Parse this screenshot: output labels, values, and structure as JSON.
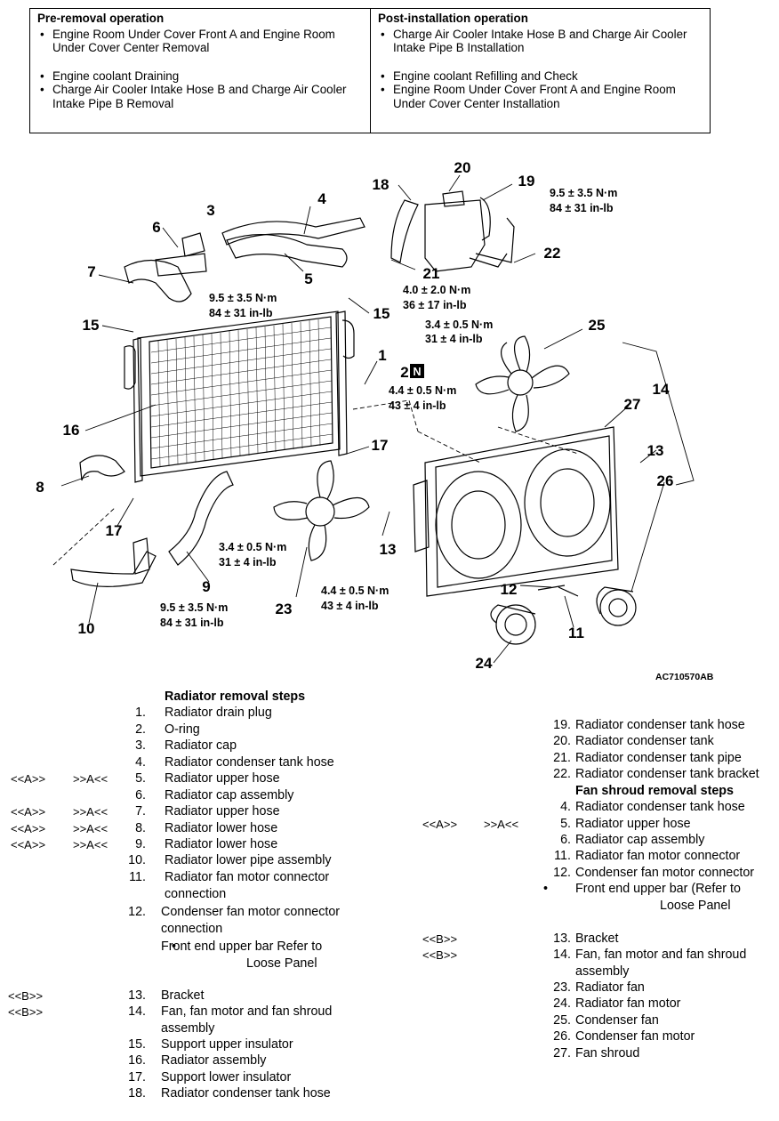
{
  "ops_table": {
    "pre_header": "Pre-removal operation",
    "pre_items": [
      "Engine Room Under Cover Front A and Engine Room Under Cover Center Removal",
      "Engine coolant Draining",
      "Charge Air Cooler Intake Hose B and Charge Air Cooler Intake Pipe B Removal"
    ],
    "post_header": "Post-installation operation",
    "post_items": [
      "Charge Air Cooler Intake Hose B and Charge Air Cooler Intake Pipe B Installation",
      "Engine coolant Refilling and Check",
      "Engine Room Under Cover Front A and Engine Room Under Cover Center Installation"
    ]
  },
  "diagram": {
    "figure_code": "AC710570AB",
    "callouts": [
      "1",
      "2",
      "3",
      "4",
      "5",
      "6",
      "7",
      "8",
      "9",
      "10",
      "11",
      "12",
      "13",
      "14",
      "15",
      "16",
      "17",
      "18",
      "19",
      "20",
      "21",
      "22",
      "23",
      "24",
      "25",
      "26",
      "27",
      "15",
      "17",
      "13"
    ],
    "n_mark": "N",
    "torques": [
      {
        "nm": "9.5 ± 3.5 N·m",
        "inlb": "84 ± 31 in-lb"
      },
      {
        "nm": "9.5 ± 3.5 N·m",
        "inlb": "84 ± 31 in-lb"
      },
      {
        "nm": "4.0 ± 2.0 N·m",
        "inlb": "36 ± 17 in-lb"
      },
      {
        "nm": "3.4 ± 0.5 N·m",
        "inlb": "31 ± 4 in-lb"
      },
      {
        "nm": "4.4 ± 0.5 N·m",
        "inlb": "43 ± 4 in-lb"
      },
      {
        "nm": "3.4 ± 0.5 N·m",
        "inlb": "31 ± 4 in-lb"
      },
      {
        "nm": "4.4 ± 0.5 N·m",
        "inlb": "43 ± 4 in-lb"
      },
      {
        "nm": "9.5 ± 3.5 N·m",
        "inlb": "84 ± 31 in-lb"
      }
    ]
  },
  "radiator_steps": {
    "title": "Radiator removal steps",
    "items": [
      {
        "marker_a": "",
        "marker_b": "",
        "num": "1.",
        "text": "Radiator drain plug"
      },
      {
        "marker_a": "",
        "marker_b": "",
        "num": "2.",
        "text": "O-ring"
      },
      {
        "marker_a": "",
        "marker_b": "",
        "num": "3.",
        "text": "Radiator cap"
      },
      {
        "marker_a": "",
        "marker_b": "",
        "num": "4.",
        "text": "Radiator condenser tank hose"
      },
      {
        "marker_a": "<<A>>",
        "marker_b": ">>A<<",
        "num": "5.",
        "text": "Radiator upper hose"
      },
      {
        "marker_a": "",
        "marker_b": "",
        "num": "6.",
        "text": "Radiator cap assembly"
      },
      {
        "marker_a": "<<A>>",
        "marker_b": ">>A<<",
        "num": "7.",
        "text": "Radiator upper hose"
      },
      {
        "marker_a": "<<A>>",
        "marker_b": ">>A<<",
        "num": "8.",
        "text": "Radiator lower hose"
      },
      {
        "marker_a": "<<A>>",
        "marker_b": ">>A<<",
        "num": "9.",
        "text": "Radiator lower hose"
      },
      {
        "marker_a": "",
        "marker_b": "",
        "num": "10.",
        "text": "Radiator lower pipe assembly"
      },
      {
        "marker_a": "",
        "marker_b": "",
        "num": "11.",
        "text": "Radiator fan motor connector",
        "text2": "connection"
      },
      {
        "marker_a": "",
        "marker_b": "",
        "num": "12.",
        "text": "Condenser fan motor connector",
        "text2": "connection"
      },
      {
        "marker_a": "",
        "marker_b": "",
        "num": "•",
        "text": "Front end upper bar  Refer to",
        "text2": "Loose Panel"
      },
      {
        "marker_a": "<<B>>",
        "marker_b": "",
        "num": "13.",
        "text": "Bracket"
      },
      {
        "marker_a": "<<B>>",
        "marker_b": "",
        "num": "14.",
        "text": "Fan, fan motor and fan shroud",
        "text2": "assembly"
      },
      {
        "marker_a": "",
        "marker_b": "",
        "num": "15.",
        "text": "Support upper insulator"
      },
      {
        "marker_a": "",
        "marker_b": "",
        "num": "16.",
        "text": "Radiator assembly"
      },
      {
        "marker_a": "",
        "marker_b": "",
        "num": "17.",
        "text": "Support lower insulator"
      },
      {
        "marker_a": "",
        "marker_b": "",
        "num": "18.",
        "text": "Radiator condenser tank hose"
      }
    ]
  },
  "fan_steps": {
    "pre_items": [
      {
        "num": "19.",
        "text": "Radiator condenser tank hose"
      },
      {
        "num": "20.",
        "text": "Radiator condenser tank"
      },
      {
        "num": "21.",
        "text": "Radiator condenser tank pipe"
      },
      {
        "num": "22.",
        "text": "Radiator condenser tank bracket"
      }
    ],
    "title": "Fan shroud removal steps",
    "items": [
      {
        "marker_a": "",
        "marker_b": "",
        "num": "4.",
        "text": "Radiator condenser tank hose"
      },
      {
        "marker_a": "<<A>>",
        "marker_b": ">>A<<",
        "num": "5.",
        "text": "Radiator upper hose"
      },
      {
        "marker_a": "",
        "marker_b": "",
        "num": "6.",
        "text": "Radiator cap assembly"
      },
      {
        "marker_a": "",
        "marker_b": "",
        "num": "11.",
        "text": "Radiator fan motor connector"
      },
      {
        "marker_a": "",
        "marker_b": "",
        "num": "12.",
        "text": "Condenser fan motor connector"
      },
      {
        "marker_a": "",
        "marker_b": "",
        "num": "•",
        "text": "Front end upper bar (Refer to",
        "text2": "Loose Panel"
      },
      {
        "marker_a": "<<B>>",
        "marker_b": "",
        "num": "13.",
        "text": "Bracket"
      },
      {
        "marker_a": "<<B>>",
        "marker_b": "",
        "num": "14.",
        "text": "Fan, fan motor and fan shroud",
        "text2": "assembly"
      },
      {
        "marker_a": "",
        "marker_b": "",
        "num": "23.",
        "text": "Radiator fan"
      },
      {
        "marker_a": "",
        "marker_b": "",
        "num": "24.",
        "text": "Radiator fan motor"
      },
      {
        "marker_a": "",
        "marker_b": "",
        "num": "25.",
        "text": "Condenser fan"
      },
      {
        "marker_a": "",
        "marker_b": "",
        "num": "26.",
        "text": "Condenser fan motor"
      },
      {
        "marker_a": "",
        "marker_b": "",
        "num": "27.",
        "text": "Fan shroud"
      }
    ]
  }
}
